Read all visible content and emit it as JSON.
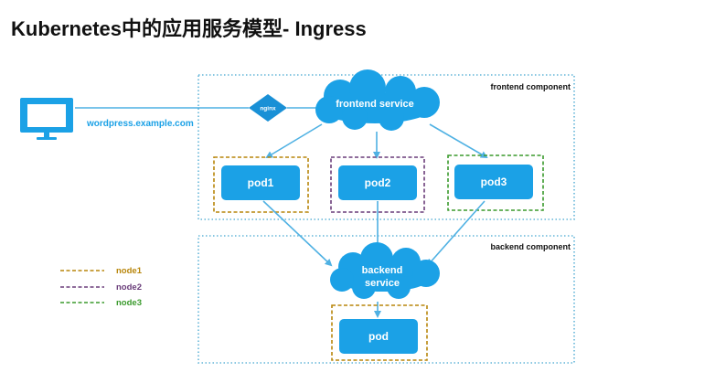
{
  "title": "Kubernetes中的应用服务模型- Ingress",
  "colors": {
    "blue": "#1ba1e6",
    "blue_dark": "#1990d6",
    "arrow": "#4fb1e3",
    "dotted": "#63b5d8",
    "node1": "#b8860b",
    "node2": "#6a3d7a",
    "node3": "#3a9a2c"
  },
  "icons": {
    "client": "monitor-icon",
    "cloud": "cloud-icon"
  },
  "client": {
    "host": "wordpress.example.com"
  },
  "nginx": {
    "label": "nginx"
  },
  "frontend": {
    "component_label": "frontend component",
    "service_label": "frontend service",
    "pods": [
      {
        "label": "pod1",
        "node": "node1"
      },
      {
        "label": "pod2",
        "node": "node2"
      },
      {
        "label": "pod3",
        "node": "node3"
      }
    ]
  },
  "backend": {
    "component_label": "backend component",
    "service_line1": "backend",
    "service_line2": "service",
    "pod": {
      "label": "pod",
      "node": "node1"
    }
  },
  "legend": [
    {
      "label": "node1",
      "key": "node1"
    },
    {
      "label": "node2",
      "key": "node2"
    },
    {
      "label": "node3",
      "key": "node3"
    }
  ]
}
